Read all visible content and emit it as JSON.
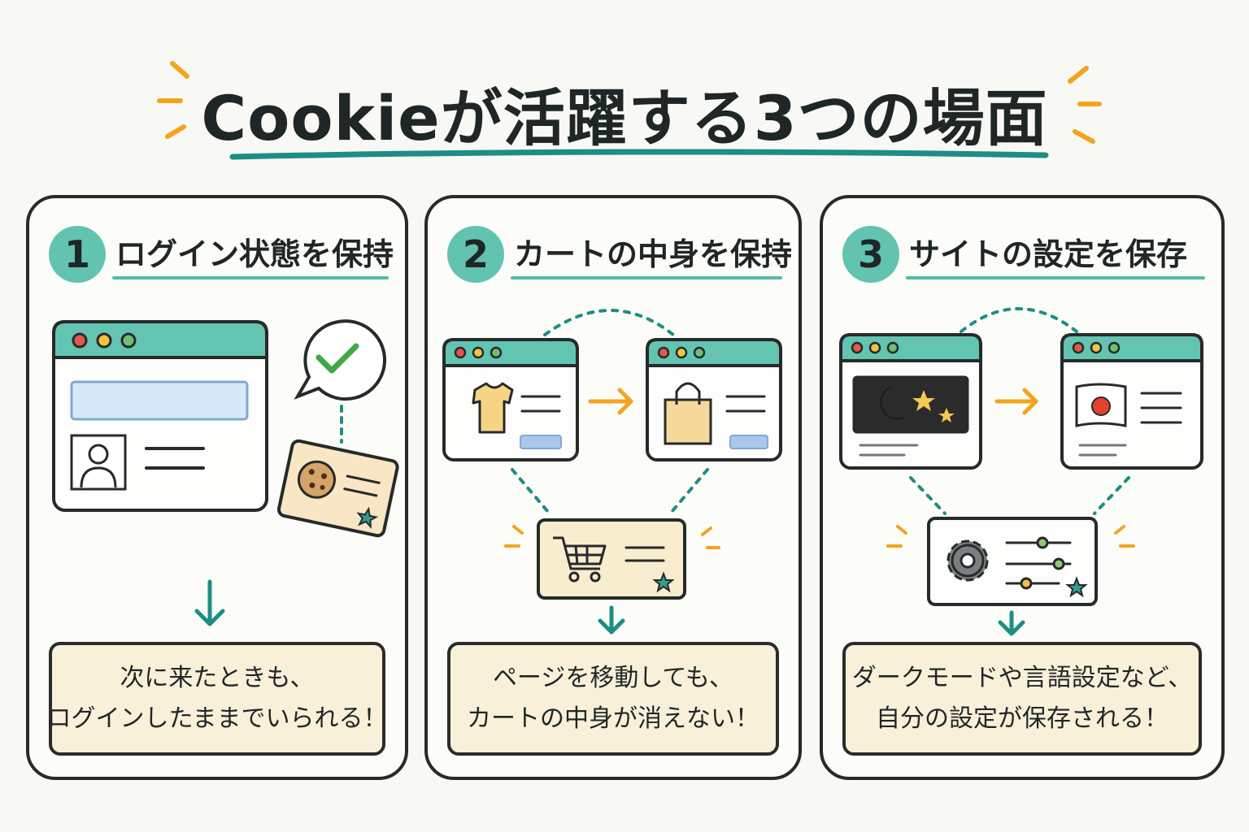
{
  "title": "Cookieが活躍する3つの場面",
  "colors": {
    "teal": "#5ec2b0",
    "accent_line": "#1c8e84",
    "orange": "#f5a31c",
    "caption_bg": "#f9f0d9",
    "outline": "#272a2a"
  },
  "panels": [
    {
      "number": "1",
      "title": "ログイン状態を保持",
      "caption": [
        "次に来たときも、",
        "ログインしたままでいられる！"
      ],
      "icons": [
        "browser-window-icon",
        "login-field-icon",
        "user-avatar-icon",
        "checkmark-bubble-icon",
        "cookie-card-icon",
        "star-icon",
        "down-arrow-icon"
      ]
    },
    {
      "number": "2",
      "title": "カートの中身を保持",
      "caption": [
        "ページを移動しても、",
        "カートの中身が消えない！"
      ],
      "icons": [
        "shirt-icon",
        "shopping-bag-icon",
        "right-arrow-icon",
        "shopping-cart-icon",
        "star-icon",
        "down-arrow-icon"
      ]
    },
    {
      "number": "3",
      "title": "サイトの設定を保存",
      "caption": [
        "ダークモードや言語設定など、",
        "自分の設定が保存される！"
      ],
      "icons": [
        "dark-mode-moon-icon",
        "japan-flag-icon",
        "right-arrow-icon",
        "gear-icon",
        "slider-settings-icon",
        "star-icon",
        "down-arrow-icon"
      ]
    }
  ]
}
